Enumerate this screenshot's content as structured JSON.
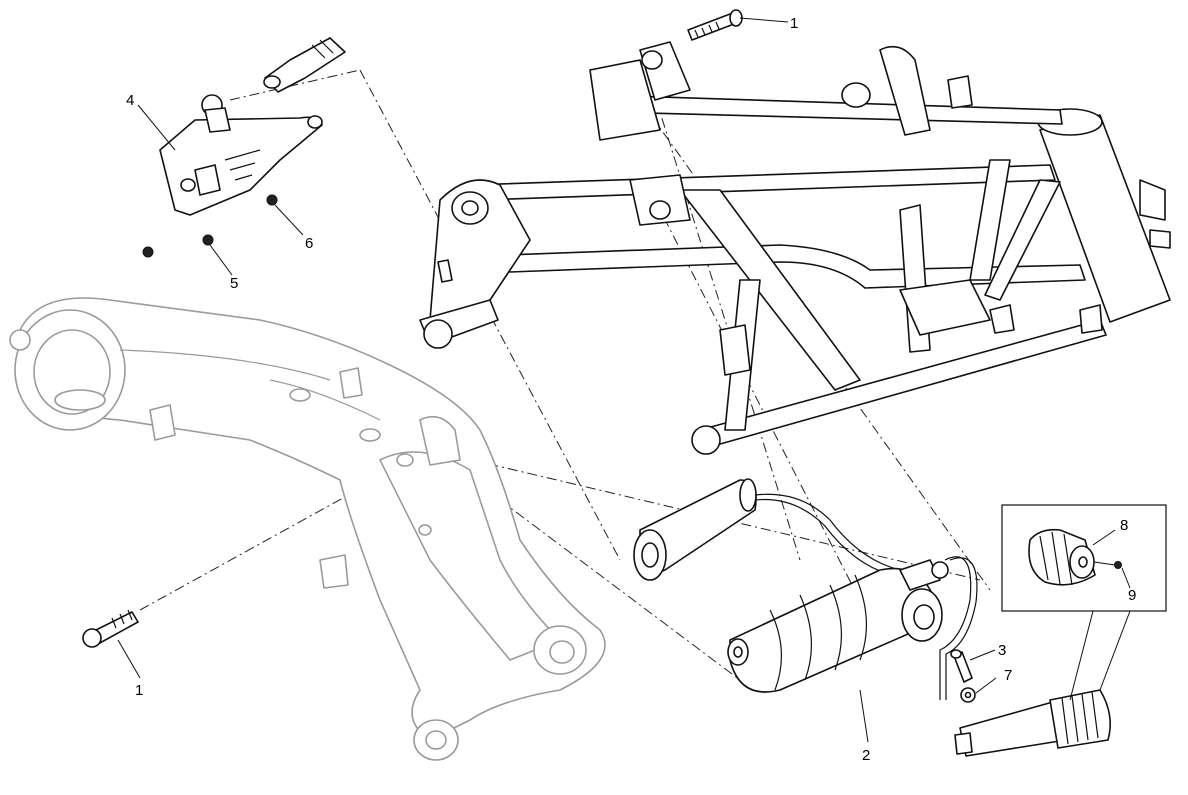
{
  "callouts": {
    "c1_top": "1",
    "c1_left": "1",
    "c2": "2",
    "c3": "3",
    "c4": "4",
    "c5": "5",
    "c6": "6",
    "c7": "7",
    "c8": "8",
    "c9": "9"
  }
}
